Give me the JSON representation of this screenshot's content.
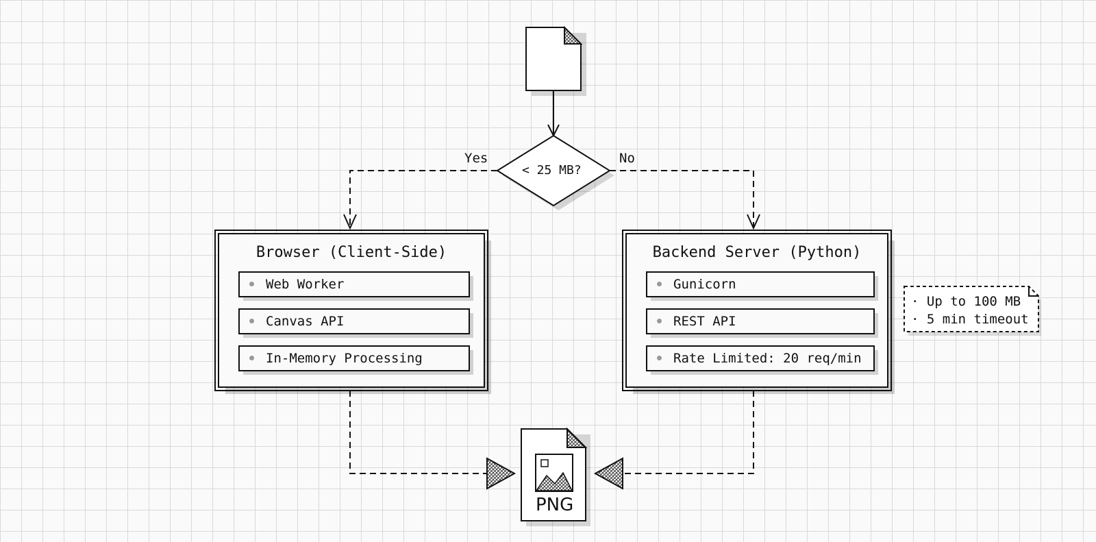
{
  "decision": {
    "label": "< 25 MB?"
  },
  "edges": {
    "yes": "Yes",
    "no": "No"
  },
  "client": {
    "title": "Browser (Client-Side)",
    "items": [
      {
        "label": "Web Worker"
      },
      {
        "label": "Canvas API"
      },
      {
        "label": "In-Memory Processing"
      }
    ]
  },
  "server": {
    "title": "Backend Server (Python)",
    "items": [
      {
        "label": "Gunicorn"
      },
      {
        "label": "REST API"
      },
      {
        "label": "Rate Limited: 20 req/min"
      }
    ]
  },
  "note": {
    "lines": [
      "· Up to 100 MB",
      "· 5 min timeout"
    ]
  },
  "output": {
    "label": "PNG"
  },
  "icons": {
    "input": "document-icon",
    "output": "image-file-icon"
  }
}
